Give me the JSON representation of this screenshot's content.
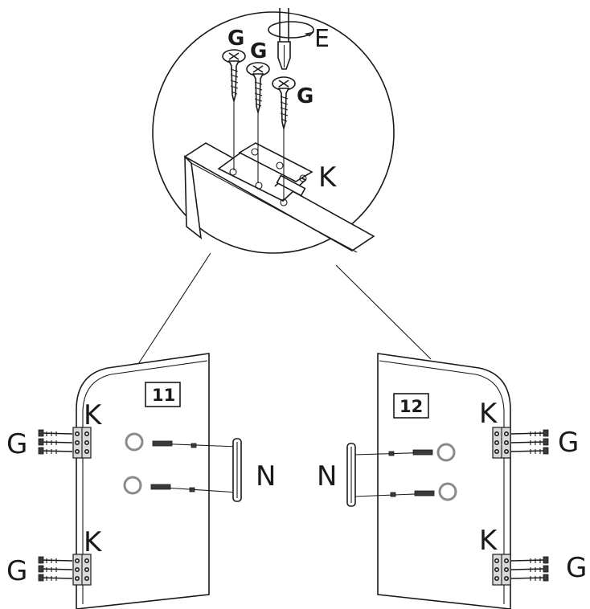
{
  "colors": {
    "line": "#1a1a1a",
    "hole": "#8a8a8a",
    "hinge_fill": "#d9d9d9",
    "background": "#ffffff"
  },
  "detail": {
    "labels": {
      "screw_a": "G",
      "screw_b": "G",
      "screw_c": "G",
      "screwdriver": "E",
      "hinge": "K"
    }
  },
  "left_door": {
    "step": "11",
    "hinge_top_label": "K",
    "hinge_bottom_label": "K",
    "screw_top_label": "G",
    "screw_bottom_label": "G",
    "handle_label": "N"
  },
  "right_door": {
    "step": "12",
    "hinge_top_label": "K",
    "hinge_bottom_label": "K",
    "screw_top_label": "G",
    "screw_bottom_label": "G",
    "handle_label": "N"
  },
  "icons": [
    "screwdriver-icon",
    "screw-icon",
    "hinge-icon",
    "handle-icon",
    "screw-hole-icon"
  ]
}
